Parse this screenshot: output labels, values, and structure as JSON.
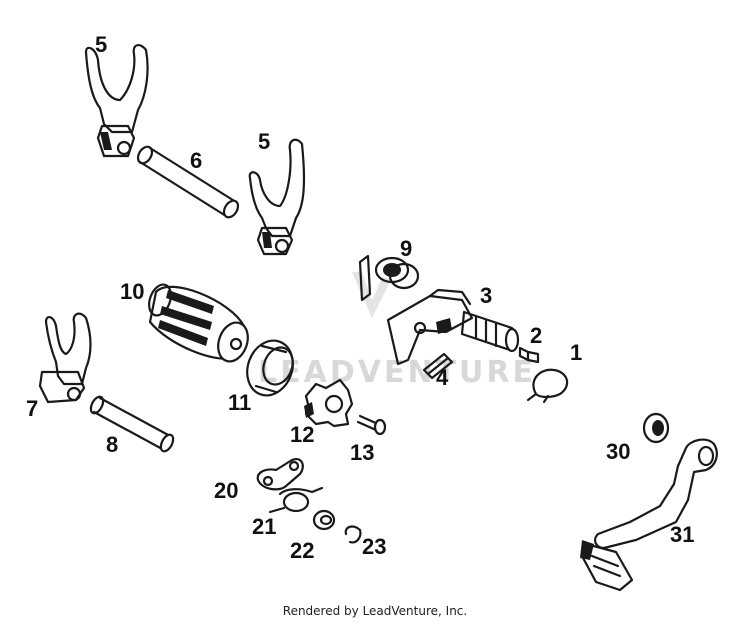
{
  "footer": {
    "text": "Rendered by LeadVenture, Inc."
  },
  "watermark": {
    "text": "LEADVENTURE"
  },
  "callouts": {
    "n1": "1",
    "n2": "2",
    "n3": "3",
    "n4": "4",
    "n5a": "5",
    "n5b": "5",
    "n6": "6",
    "n7": "7",
    "n8": "8",
    "n9": "9",
    "n10": "10",
    "n11": "11",
    "n12": "12",
    "n13": "13",
    "n20": "20",
    "n21": "21",
    "n22": "22",
    "n23": "23",
    "n30": "30",
    "n31": "31"
  },
  "colors": {
    "ink": "#1a1a1a",
    "watermark": "#d8d8d8",
    "background": "#ffffff"
  }
}
